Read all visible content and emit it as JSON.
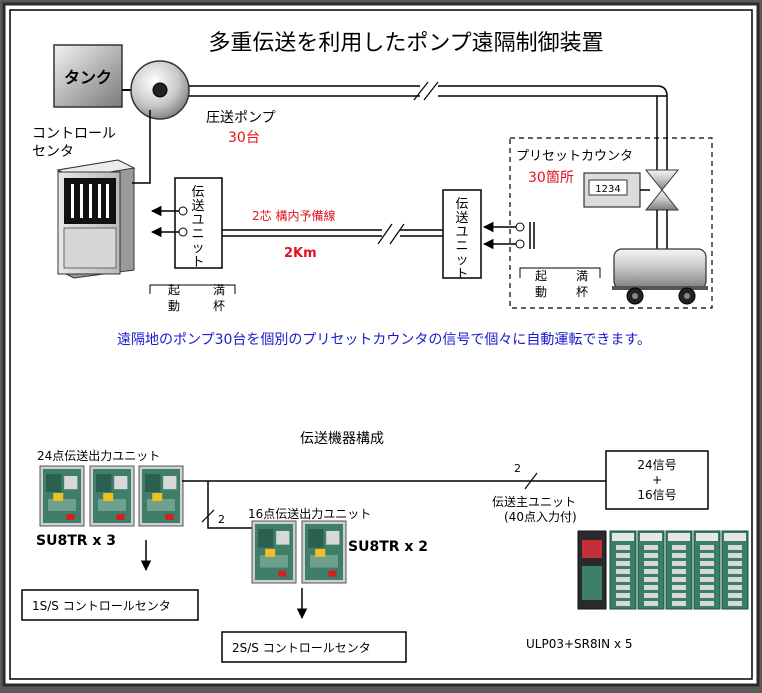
{
  "title": "多重伝送を利用したポンプ遠隔制御装置",
  "top": {
    "tank_label": "タンク",
    "control_center_label_1": "コントロール",
    "control_center_label_2": "センタ",
    "pump_label": "圧送ポンプ",
    "pump_count": "30台",
    "preset_counter_label": "プリセットカウンタ",
    "preset_count": "30箇所",
    "counter_display": "1234",
    "unit_chars": [
      "伝",
      "送",
      "ユ",
      "ニ",
      "ッ",
      "ト"
    ],
    "cable_label": "2芯 構内予備線",
    "distance_label": "2Km",
    "start_1": "起",
    "start_2": "動",
    "full_1": "満",
    "full_2": "杯",
    "description": "遠隔地のポンプ30台を個別のプリセットカウンタの信号で個々に自動運転できます。"
  },
  "bottom": {
    "section_title": "伝送機器構成",
    "unit24_label": "24点伝送出力ユニット",
    "unit24_model": "SU8TR x 3",
    "unit16_label": "16点伝送出力ユニット",
    "unit16_model": "SU8TR x 2",
    "center1": "1S/S  コントロールセンタ",
    "center2": "2S/S  コントロールセンタ",
    "wire_count_1": "2",
    "wire_count_2": "2",
    "signal_line1": "24信号",
    "signal_plus": "+",
    "signal_line2": "16信号",
    "master_label": "伝送主ユニット",
    "master_sub": "(40点入力付)",
    "master_model": "ULP03+SR8IN x 5"
  },
  "colors": {
    "accent_red": "#e0141e",
    "accent_blue": "#1a1acc"
  }
}
